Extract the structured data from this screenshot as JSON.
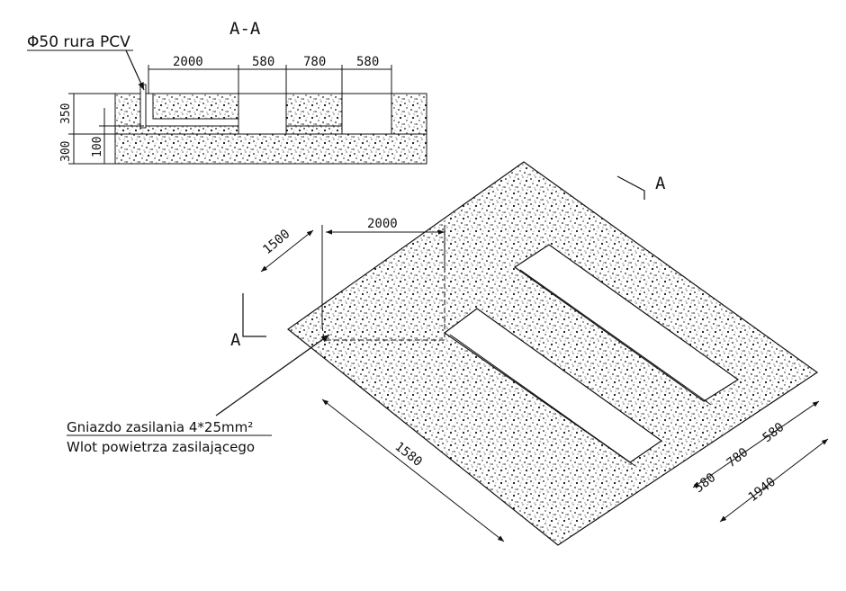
{
  "section": {
    "title": "A-A",
    "pipe_label": "Φ50 rura PCV",
    "top_dims": [
      "2000",
      "580",
      "780",
      "580"
    ],
    "left_dims": [
      "350",
      "300",
      "100"
    ]
  },
  "iso": {
    "dim_1500": "1500",
    "dim_2000": "2000",
    "dim_1580": "1580",
    "dim_580a": "580",
    "dim_780": "780",
    "dim_580b": "580",
    "dim_1940": "1940",
    "section_mark": "A",
    "callout_line1": "Gniazdo zasilania 4*25mm²",
    "callout_line2": "Wlot powietrza zasilającego"
  },
  "colors": {
    "ink": "#111111",
    "concrete_bg": "#ffffff"
  }
}
